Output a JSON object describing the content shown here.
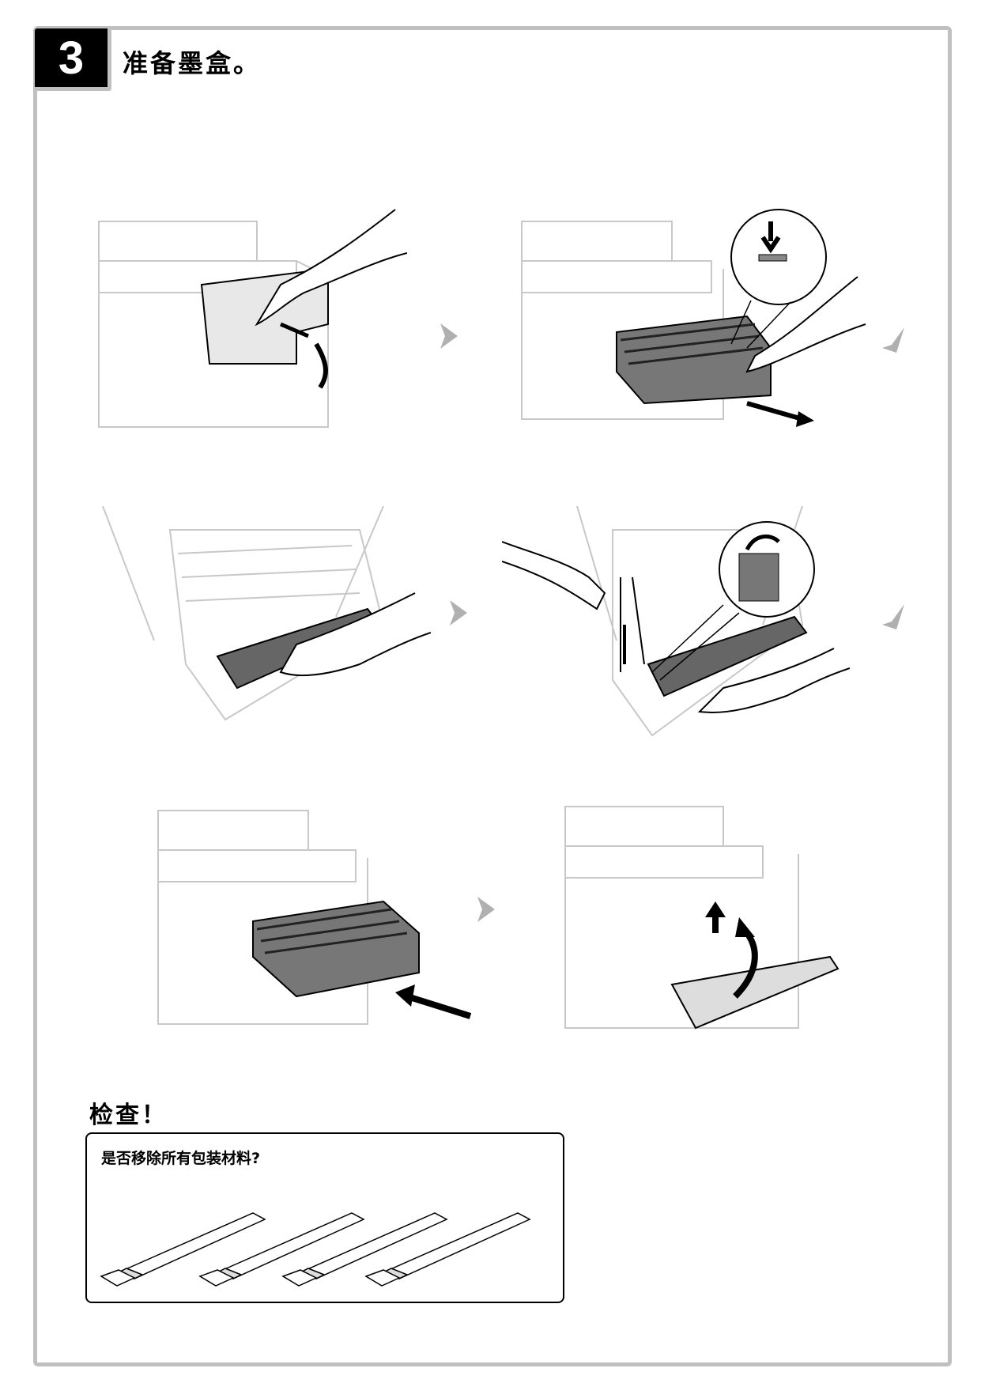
{
  "step": {
    "number": "3",
    "title": "准备墨盒。"
  },
  "check": {
    "heading": "检查！",
    "question": "是否移除所有包装材料?"
  },
  "illustrations": [
    {
      "name": "open-front-cover"
    },
    {
      "name": "pull-out-toner-tray"
    },
    {
      "name": "insert-toner-cartridge"
    },
    {
      "name": "remove-protective-tape"
    },
    {
      "name": "push-in-toner-tray"
    },
    {
      "name": "close-front-cover"
    }
  ],
  "colors": {
    "frame": "#c0c0c0",
    "badge": "#000000",
    "arrow": "#b0b0b0"
  }
}
